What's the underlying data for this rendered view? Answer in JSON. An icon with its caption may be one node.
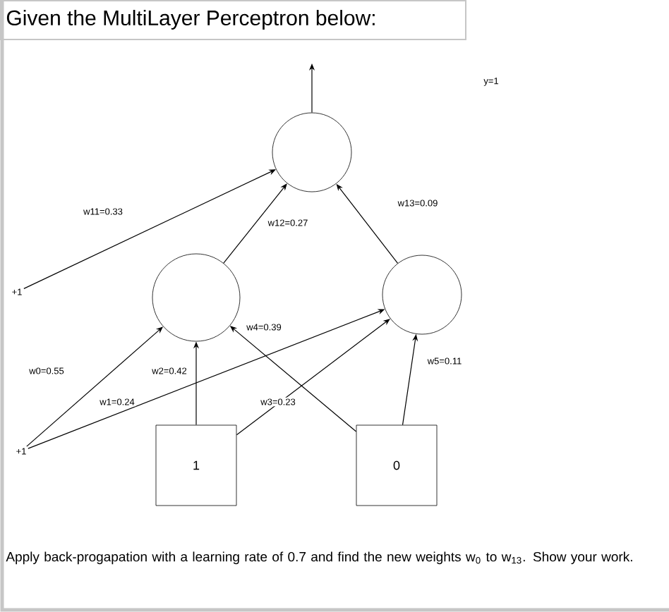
{
  "diagram": {
    "title": "Given the MultiLayer Perceptron below:",
    "caption": "Apply back-progapation with a learning rate of 0.7 and find the new weights w$_{0}$ to w$_{13}$. Show your work.",
    "nodes": [
      {
        "text": [],
        "shape": "circle"
      },
      {
        "text": [],
        "shape": "circle"
      },
      {
        "text": [],
        "shape": "circle"
      },
      {
        "text": [
          "1"
        ]
      },
      {
        "text": [
          "0"
        ]
      },
      {
        "text": [
          "+1"
        ]
      },
      {
        "text": [
          "+1"
        ]
      }
    ],
    "edges": [
      {
        "from": 5,
        "to": 0,
        "arrow": "to",
        "label": "w11=0.33"
      },
      {
        "from": 1,
        "to": 0,
        "arrow": "to",
        "label": "w12=0.27"
      },
      {
        "from": 2,
        "to": 0,
        "arrow": "to",
        "label": "w13=0.09"
      },
      {
        "from": 0,
        "to": null,
        "arrow": "to"
      },
      {
        "from": 6,
        "to": 1,
        "arrow": "to",
        "label": "w0=0.55"
      },
      {
        "from": 6,
        "to": 2,
        "arrow": "to",
        "label": "w1=0.24"
      },
      {
        "from": 3,
        "to": 1,
        "arrow": "to",
        "label": "w2=0.42"
      },
      {
        "from": 3,
        "to": 2,
        "arrow": "to",
        "label": "w3=0.23"
      },
      {
        "from": 4,
        "to": 1,
        "arrow": "to",
        "label": "w4=0.39"
      },
      {
        "from": 4,
        "to": 2,
        "arrow": "to",
        "label": "w5=0.11"
      }
    ],
    "labels": [
      "y=1"
    ]
  }
}
